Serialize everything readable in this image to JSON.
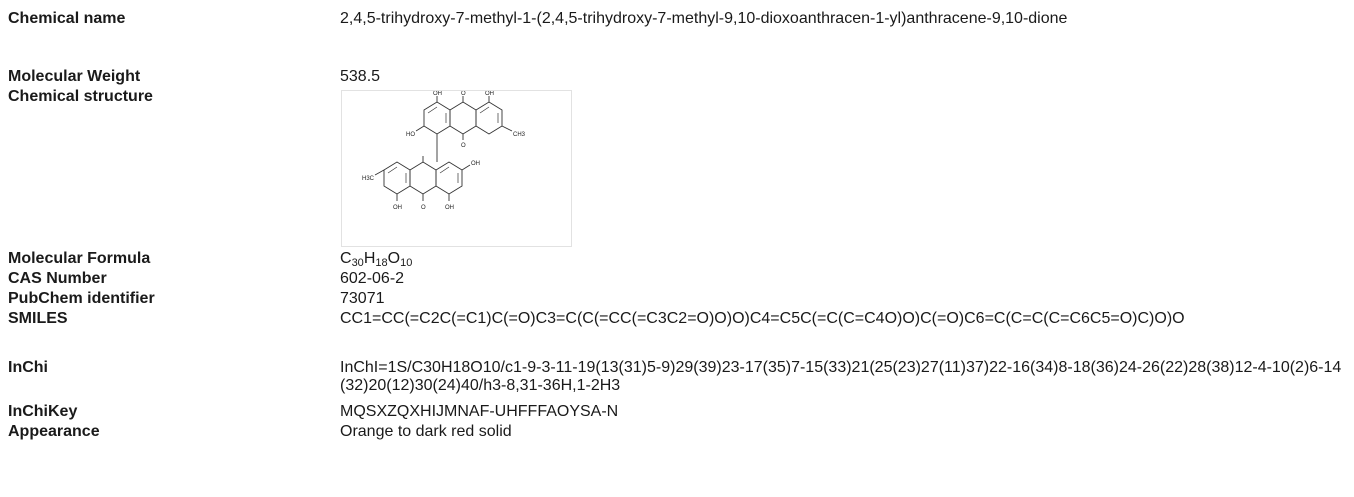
{
  "properties": {
    "chemical_name": {
      "label": "Chemical name",
      "value": "2,4,5-trihydroxy-7-methyl-1-(2,4,5-trihydroxy-7-methyl-9,10-dioxoanthracen-1-yl)anthracene-9,10-dione"
    },
    "molecular_weight": {
      "label": "Molecular Weight",
      "value": "538.5"
    },
    "chemical_structure": {
      "label": "Chemical structure",
      "atom_labels": [
        "OH",
        "O",
        "OH",
        "HO",
        "CH3",
        "H3C",
        "O",
        "OH",
        "OH",
        "O",
        "OH"
      ]
    },
    "molecular_formula": {
      "label": "Molecular Formula",
      "c": "C",
      "c_count": "30",
      "h": "H",
      "h_count": "18",
      "o": "O",
      "o_count": "10"
    },
    "cas_number": {
      "label": "CAS Number",
      "value": "602-06-2"
    },
    "pubchem_id": {
      "label": "PubChem identifier",
      "value": "73071"
    },
    "smiles": {
      "label": "SMILES",
      "value": "CC1=CC(=C2C(=C1)C(=O)C3=C(C(=CC(=C3C2=O)O)O)C4=C5C(=C(C=C4O)O)C(=O)C6=C(C=C(C=C6C5=O)C)O)O"
    },
    "inchi": {
      "label": "InChi",
      "value": "InChI=1S/C30H18O10/c1-9-3-11-19(13(31)5-9)29(39)23-17(35)7-15(33)21(25(23)27(11)37)22-16(34)8-18(36)24-26(22)28(38)12-4-10(2)6-14(32)20(12)30(24)40/h3-8,31-36H,1-2H3"
    },
    "inchikey": {
      "label": "InChiKey",
      "value": "MQSXZQXHIJMNAF-UHFFFAOYSA-N"
    },
    "appearance": {
      "label": "Appearance",
      "value": "Orange to dark red solid"
    }
  }
}
